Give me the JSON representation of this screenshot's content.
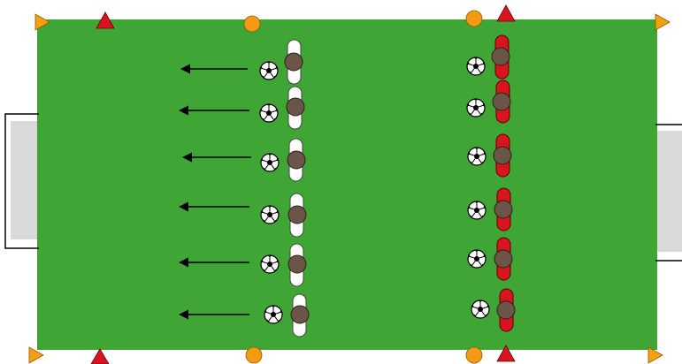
{
  "colors": {
    "pitch": "#3fa535",
    "goal_frame": "#000000",
    "goal_fill": "#d9d9d9",
    "cone_orange": "#f5a00f",
    "cone_red": "#d8141e",
    "marker_orange": "#f59a14",
    "team_white": "#ffffff",
    "team_red": "#d8141e",
    "player_head": "#6b5548",
    "arrow": "#000000"
  },
  "icons": {
    "corner": "triangle-flag-icon",
    "cone": "cone-icon",
    "marker": "disc-marker-icon",
    "ball": "soccer-ball-icon",
    "player": "player-icon",
    "arrow": "arrow-left-icon"
  },
  "drill": {
    "goals": [
      "left-goal",
      "right-goal"
    ],
    "white_team_players": 6,
    "red_team_players": 6,
    "balls_per_team": 6,
    "white_team_direction": "left",
    "arrows": 6
  }
}
